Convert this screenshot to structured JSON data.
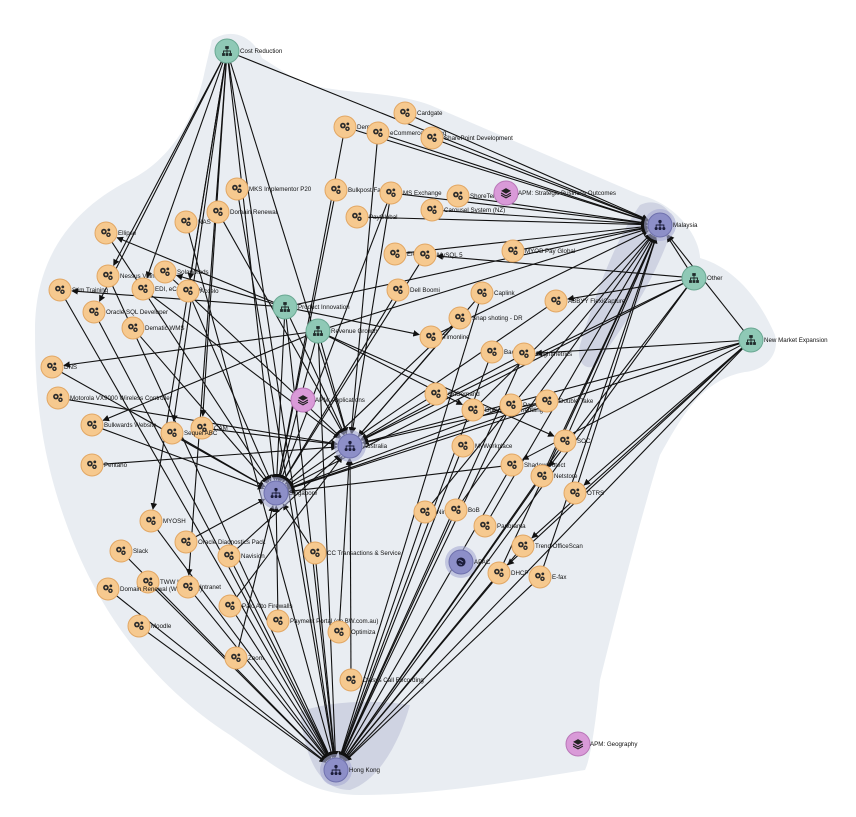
{
  "diagram": {
    "colors": {
      "application": "#f6c98f",
      "goal": "#8fc9b6",
      "geography": "#8d8fc8",
      "apm": "#d99ad8",
      "hull": "#e9edf2",
      "edge": "#111111"
    },
    "nodes": [
      {
        "id": "cost_reduction",
        "label": "Cost Reduction",
        "type": "goal",
        "icon": "sitemap-icon"
      },
      {
        "id": "cardgate",
        "label": "Cardgate",
        "type": "app",
        "icon": "gears-icon"
      },
      {
        "id": "demo",
        "label": "Demo",
        "type": "app",
        "icon": "gears-icon"
      },
      {
        "id": "ecommerce_hosting",
        "label": "eCommerce Hosting",
        "type": "app",
        "icon": "gears-icon"
      },
      {
        "id": "sharepoint_dev",
        "label": "SharePoint Development",
        "type": "app",
        "icon": "gears-icon"
      },
      {
        "id": "mks_impl",
        "label": "MKS Implementor P20",
        "type": "app",
        "icon": "gears-icon"
      },
      {
        "id": "bulkpost_fax",
        "label": "Bulkpost Fax",
        "type": "app",
        "icon": "gears-icon"
      },
      {
        "id": "ms_exchange",
        "label": "MS Exchange",
        "type": "app",
        "icon": "gears-icon"
      },
      {
        "id": "shoretel",
        "label": "ShoreTel",
        "type": "app",
        "icon": "gears-icon"
      },
      {
        "id": "apm_strategic",
        "label": "APM: Strategic Business Outcomes",
        "type": "apm",
        "icon": "layers-icon"
      },
      {
        "id": "domain_renewal",
        "label": "Domain Renewal",
        "type": "app",
        "icon": "gears-icon"
      },
      {
        "id": "paygloball",
        "label": "PayGlobal",
        "type": "app",
        "icon": "gears-icon"
      },
      {
        "id": "carousel",
        "label": "Carousel System (NZ)",
        "type": "app",
        "icon": "gears-icon"
      },
      {
        "id": "malaysia",
        "label": "Malaysia",
        "type": "geo",
        "icon": "network-icon"
      },
      {
        "id": "nas",
        "label": "NAS",
        "type": "app",
        "icon": "gears-icon"
      },
      {
        "id": "ellipse",
        "label": "Ellipse",
        "type": "app",
        "icon": "gears-icon"
      },
      {
        "id": "elcat",
        "label": "ElCat",
        "type": "app",
        "icon": "gears-icon"
      },
      {
        "id": "mysql5",
        "label": "MySQL 5",
        "type": "app",
        "icon": "gears-icon"
      },
      {
        "id": "myob",
        "label": "MYOB Pay Global",
        "type": "app",
        "icon": "gears-icon"
      },
      {
        "id": "other",
        "label": "Other",
        "type": "goal",
        "icon": "sitemap-icon"
      },
      {
        "id": "nessus",
        "label": "Nessus Vulner...",
        "type": "app",
        "icon": "gears-icon"
      },
      {
        "id": "solarwinds",
        "label": "SolarWinds",
        "type": "app",
        "icon": "gears-icon"
      },
      {
        "id": "edi_ecommerce",
        "label": "EDI, eCommerce",
        "type": "app",
        "icon": "gears-icon"
      },
      {
        "id": "accelo",
        "label": "Accelo",
        "type": "app",
        "icon": "gears-icon"
      },
      {
        "id": "dell_boomi",
        "label": "Dell Boomi",
        "type": "app",
        "icon": "gears-icon"
      },
      {
        "id": "caplink",
        "label": "Caplink",
        "type": "app",
        "icon": "gears-icon"
      },
      {
        "id": "abbyy",
        "label": "ABBYY FlexiCapture",
        "type": "app",
        "icon": "gears-icon"
      },
      {
        "id": "new_market",
        "label": "New Market Expansion",
        "type": "goal",
        "icon": "sitemap-icon"
      },
      {
        "id": "stim_training",
        "label": "Stim Training",
        "type": "app",
        "icon": "gears-icon"
      },
      {
        "id": "oracle_sql",
        "label": "Oracle SQL Developer",
        "type": "app",
        "icon": "gears-icon"
      },
      {
        "id": "product_innovation",
        "label": "Product Innovation",
        "type": "goal",
        "icon": "sitemap-icon"
      },
      {
        "id": "dematic",
        "label": "Dematic WMS",
        "type": "app",
        "icon": "gears-icon"
      },
      {
        "id": "revenue_growth",
        "label": "Revenue Growth",
        "type": "goal",
        "icon": "sitemap-icon"
      },
      {
        "id": "snap_shotting",
        "label": "Snap shoting - DR",
        "type": "app",
        "icon": "gears-icon"
      },
      {
        "id": "timonline",
        "label": "Timonline",
        "type": "app",
        "icon": "gears-icon"
      },
      {
        "id": "backup",
        "label": "Backup",
        "type": "app",
        "icon": "gears-icon"
      },
      {
        "id": "brightmetrics",
        "label": "Brightmetrics",
        "type": "app",
        "icon": "gears-icon"
      },
      {
        "id": "dns",
        "label": "DNS",
        "type": "app",
        "icon": "gears-icon"
      },
      {
        "id": "motorola",
        "label": "Motorola VX9000 Wireless Controller",
        "type": "app",
        "icon": "gears-icon"
      },
      {
        "id": "apm_applications",
        "label": "APM: Applications",
        "type": "apm",
        "icon": "layers-icon"
      },
      {
        "id": "ondemand",
        "label": "OnDemand",
        "type": "app",
        "icon": "gears-icon"
      },
      {
        "id": "document_shredding",
        "label": "Document Shredding",
        "type": "app",
        "icon": "gears-icon"
      },
      {
        "id": "pay_globalp",
        "label": "Pay GlobalP",
        "type": "app",
        "icon": "gears-icon"
      },
      {
        "id": "double_take",
        "label": "Double Take",
        "type": "app",
        "icon": "gears-icon"
      },
      {
        "id": "bulkwards",
        "label": "Bulkwards Website",
        "type": "app",
        "icon": "gears-icon"
      },
      {
        "id": "cam",
        "label": "CAM",
        "type": "app",
        "icon": "gears-icon"
      },
      {
        "id": "sequel_abc",
        "label": "Sequel ABC",
        "type": "app",
        "icon": "gears-icon"
      },
      {
        "id": "australia",
        "label": "Australia",
        "type": "geo",
        "icon": "network-icon"
      },
      {
        "id": "myworkplace",
        "label": "MyWorkplace",
        "type": "app",
        "icon": "gears-icon"
      },
      {
        "id": "soc",
        "label": "SOC",
        "type": "app",
        "icon": "gears-icon"
      },
      {
        "id": "pentaho",
        "label": "Pentaho",
        "type": "app",
        "icon": "gears-icon"
      },
      {
        "id": "shadowprotect",
        "label": "Shadowprotect",
        "type": "app",
        "icon": "gears-icon"
      },
      {
        "id": "netstore",
        "label": "Netstore",
        "type": "app",
        "icon": "gears-icon"
      },
      {
        "id": "singapore",
        "label": "Singapore",
        "type": "geo",
        "icon": "network-icon"
      },
      {
        "id": "otrs",
        "label": "OTRS",
        "type": "app",
        "icon": "gears-icon"
      },
      {
        "id": "nimsoft",
        "label": "Nimsoft",
        "type": "app",
        "icon": "gears-icon"
      },
      {
        "id": "bob",
        "label": "BoB",
        "type": "app",
        "icon": "gears-icon"
      },
      {
        "id": "myosh",
        "label": "MYOSH",
        "type": "app",
        "icon": "gears-icon"
      },
      {
        "id": "panorama",
        "label": "Panorama",
        "type": "app",
        "icon": "gears-icon"
      },
      {
        "id": "oracle_diag",
        "label": "Oracle Diagnostics Pack",
        "type": "app",
        "icon": "gears-icon"
      },
      {
        "id": "trend_officescan",
        "label": "Trend OfficeScan",
        "type": "app",
        "icon": "gears-icon"
      },
      {
        "id": "slack",
        "label": "Slack",
        "type": "app",
        "icon": "gears-icon"
      },
      {
        "id": "navision",
        "label": "Navision",
        "type": "app",
        "icon": "gears-icon"
      },
      {
        "id": "cc_transactions",
        "label": "CC Transactions & Service",
        "type": "app",
        "icon": "gears-icon"
      },
      {
        "id": "apac",
        "label": "APAC",
        "type": "geo",
        "icon": "globe-icon"
      },
      {
        "id": "dhcp",
        "label": "DHCP",
        "type": "app",
        "icon": "gears-icon"
      },
      {
        "id": "efax",
        "label": "E-fax",
        "type": "app",
        "icon": "gears-icon"
      },
      {
        "id": "twiw_hosting",
        "label": "TWW Hosting",
        "type": "app",
        "icon": "gears-icon"
      },
      {
        "id": "domain_renewal_workplace",
        "label": "Domain Renewal (Workplace)",
        "type": "app",
        "icon": "gears-icon"
      },
      {
        "id": "intranet",
        "label": "Intranet",
        "type": "app",
        "icon": "gears-icon"
      },
      {
        "id": "palo_alto",
        "label": "Palo Alto Firewalls",
        "type": "app",
        "icon": "gears-icon"
      },
      {
        "id": "payment_portal",
        "label": "Payment Portal (on BW.com.au)",
        "type": "app",
        "icon": "gears-icon"
      },
      {
        "id": "moodle",
        "label": "Moodle",
        "type": "app",
        "icon": "gears-icon"
      },
      {
        "id": "optimiza",
        "label": "Optimiza",
        "type": "app",
        "icon": "gears-icon"
      },
      {
        "id": "zoom",
        "label": "Zoom",
        "type": "app",
        "icon": "gears-icon"
      },
      {
        "id": "daisys",
        "label": "Daisys Call Recording",
        "type": "app",
        "icon": "gears-icon"
      },
      {
        "id": "apm_geography",
        "label": "APM: Geography",
        "type": "apm",
        "icon": "layers-icon"
      },
      {
        "id": "hong_kong",
        "label": "Hong Kong",
        "type": "geo",
        "icon": "network-icon"
      }
    ],
    "edges": [
      [
        "cost_reduction",
        "malaysia"
      ],
      [
        "cost_reduction",
        "hong_kong"
      ],
      [
        "cost_reduction",
        "singapore"
      ],
      [
        "cost_reduction",
        "australia"
      ],
      [
        "cost_reduction",
        "nessus"
      ],
      [
        "cost_reduction",
        "oracle_sql"
      ],
      [
        "cost_reduction",
        "sequel_abc"
      ],
      [
        "cost_reduction",
        "edi_ecommerce"
      ],
      [
        "cost_reduction",
        "myosh"
      ],
      [
        "cost_reduction",
        "cam"
      ],
      [
        "cost_reduction",
        "intranet"
      ],
      [
        "cost_reduction",
        "accelo"
      ],
      [
        "demo",
        "malaysia"
      ],
      [
        "ecommerce_hosting",
        "malaysia"
      ],
      [
        "sharepoint_dev",
        "malaysia"
      ],
      [
        "cardgate",
        "malaysia"
      ],
      [
        "ms_exchange",
        "malaysia"
      ],
      [
        "shoretel",
        "malaysia"
      ],
      [
        "carousel",
        "malaysia"
      ],
      [
        "paygloball",
        "malaysia"
      ],
      [
        "bulkpost_fax",
        "singapore"
      ],
      [
        "demo",
        "singapore"
      ],
      [
        "ecommerce_hosting",
        "australia"
      ],
      [
        "ms_exchange",
        "australia"
      ],
      [
        "ms_exchange",
        "singapore"
      ],
      [
        "domain_renewal",
        "australia"
      ],
      [
        "mks_impl",
        "hong_kong"
      ],
      [
        "nas",
        "hong_kong"
      ],
      [
        "ellipse",
        "singapore"
      ],
      [
        "nessus",
        "hong_kong"
      ],
      [
        "solarwinds",
        "australia"
      ],
      [
        "edi_ecommerce",
        "australia"
      ],
      [
        "accelo",
        "singapore"
      ],
      [
        "stim_training",
        "hong_kong"
      ],
      [
        "oracle_sql",
        "hong_kong"
      ],
      [
        "dematic",
        "singapore"
      ],
      [
        "product_innovation",
        "malaysia"
      ],
      [
        "product_innovation",
        "hong_kong"
      ],
      [
        "product_innovation",
        "singapore"
      ],
      [
        "product_innovation",
        "australia"
      ],
      [
        "product_innovation",
        "ellipse"
      ],
      [
        "product_innovation",
        "stim_training"
      ],
      [
        "product_innovation",
        "solarwinds"
      ],
      [
        "product_innovation",
        "timonline"
      ],
      [
        "revenue_growth",
        "malaysia"
      ],
      [
        "revenue_growth",
        "hong_kong"
      ],
      [
        "revenue_growth",
        "singapore"
      ],
      [
        "revenue_growth",
        "australia"
      ],
      [
        "revenue_growth",
        "dns"
      ],
      [
        "revenue_growth",
        "soc"
      ],
      [
        "revenue_growth",
        "bulkwards"
      ],
      [
        "revenue_growth",
        "document_shredding"
      ],
      [
        "other",
        "malaysia"
      ],
      [
        "other",
        "hong_kong"
      ],
      [
        "other",
        "singapore"
      ],
      [
        "other",
        "australia"
      ],
      [
        "other",
        "mysql5"
      ],
      [
        "other",
        "abbyy"
      ],
      [
        "other",
        "netstore"
      ],
      [
        "new_market",
        "malaysia"
      ],
      [
        "new_market",
        "hong_kong"
      ],
      [
        "new_market",
        "singapore"
      ],
      [
        "new_market",
        "australia"
      ],
      [
        "new_market",
        "otrs"
      ],
      [
        "new_market",
        "brightmetrics"
      ],
      [
        "new_market",
        "trend_officescan"
      ],
      [
        "new_market",
        "dhcp"
      ],
      [
        "new_market",
        "shadowprotect"
      ],
      [
        "elcat",
        "malaysia"
      ],
      [
        "mysql5",
        "singapore"
      ],
      [
        "myob",
        "malaysia"
      ],
      [
        "dell_boomi",
        "singapore"
      ],
      [
        "caplink",
        "australia"
      ],
      [
        "abbyy",
        "singapore"
      ],
      [
        "snap_shotting",
        "singapore"
      ],
      [
        "timonline",
        "malaysia"
      ],
      [
        "backup",
        "hong_kong"
      ],
      [
        "brightmetrics",
        "australia"
      ],
      [
        "dns",
        "singapore"
      ],
      [
        "motorola",
        "australia"
      ],
      [
        "ondemand",
        "australia"
      ],
      [
        "document_shredding",
        "malaysia"
      ],
      [
        "pay_globalp",
        "singapore"
      ],
      [
        "double_take",
        "singapore"
      ],
      [
        "bulkwards",
        "singapore"
      ],
      [
        "cam",
        "australia"
      ],
      [
        "sequel_abc",
        "singapore"
      ],
      [
        "myworkplace",
        "hong_kong"
      ],
      [
        "soc",
        "malaysia"
      ],
      [
        "pentaho",
        "australia"
      ],
      [
        "shadowprotect",
        "singapore"
      ],
      [
        "netstore",
        "malaysia"
      ],
      [
        "otrs",
        "malaysia"
      ],
      [
        "nimsoft",
        "malaysia"
      ],
      [
        "bob",
        "hong_kong"
      ],
      [
        "myosh",
        "hong_kong"
      ],
      [
        "panorama",
        "malaysia"
      ],
      [
        "oracle_diag",
        "singapore"
      ],
      [
        "trend_officescan",
        "hong_kong"
      ],
      [
        "slack",
        "hong_kong"
      ],
      [
        "navision",
        "hong_kong"
      ],
      [
        "cc_transactions",
        "singapore"
      ],
      [
        "dhcp",
        "hong_kong"
      ],
      [
        "efax",
        "hong_kong"
      ],
      [
        "twiw_hosting",
        "hong_kong"
      ],
      [
        "domain_renewal_workplace",
        "hong_kong"
      ],
      [
        "intranet",
        "hong_kong"
      ],
      [
        "palo_alto",
        "hong_kong"
      ],
      [
        "payment_portal",
        "singapore"
      ],
      [
        "moodle",
        "hong_kong"
      ],
      [
        "optimiza",
        "australia"
      ],
      [
        "zoom",
        "singapore"
      ],
      [
        "daisys",
        "australia"
      ],
      [
        "navision",
        "australia"
      ],
      [
        "palo_alto",
        "australia"
      ],
      [
        "cc_transactions",
        "hong_kong"
      ],
      [
        "soc",
        "hong_kong"
      ],
      [
        "shadowprotect",
        "hong_kong"
      ],
      [
        "netstore",
        "hong_kong"
      ],
      [
        "brightmetrics",
        "hong_kong"
      ],
      [
        "dhcp",
        "malaysia"
      ],
      [
        "efax",
        "malaysia"
      ],
      [
        "pay_globalp",
        "hong_kong"
      ],
      [
        "double_take",
        "australia"
      ],
      [
        "caplink",
        "hong_kong"
      ],
      [
        "snap_shotting",
        "australia"
      ],
      [
        "nimsoft",
        "hong_kong"
      ],
      [
        "bob",
        "malaysia"
      ]
    ]
  }
}
